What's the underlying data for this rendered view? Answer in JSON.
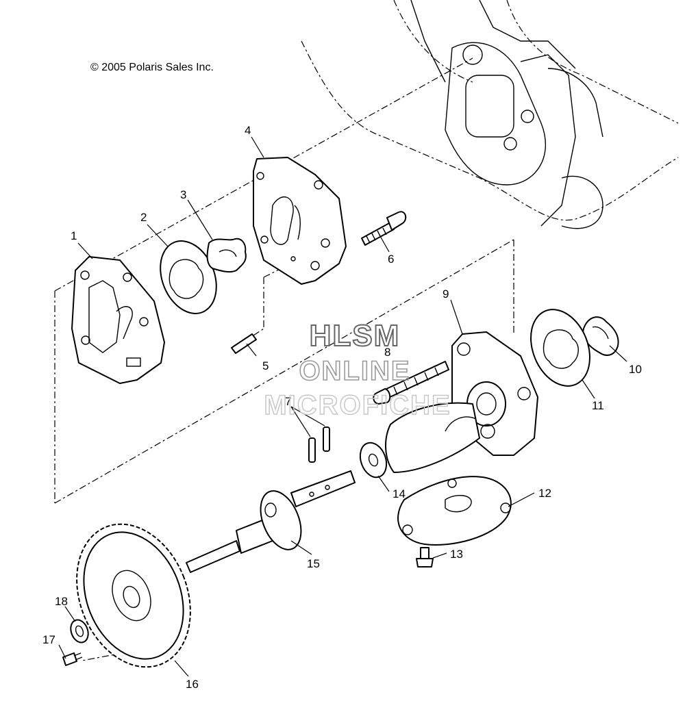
{
  "copyright": "© 2005 Polaris Sales Inc.",
  "watermark": {
    "line1": "HLSM",
    "line2": "ONLINE",
    "line3": "MICROFICHE"
  },
  "callouts": [
    "1",
    "2",
    "3",
    "4",
    "5",
    "6",
    "7",
    "8",
    "9",
    "10",
    "11",
    "12",
    "13",
    "14",
    "15",
    "16",
    "17",
    "18"
  ]
}
